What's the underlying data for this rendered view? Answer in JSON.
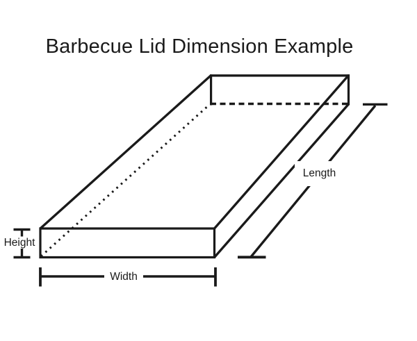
{
  "title": "Barbecue Lid Dimension Example",
  "diagram": {
    "type": "dimension-diagram",
    "subject": "barbecue lid (shallow rectangular box, wireframe with hidden edges dashed)",
    "labels": {
      "height": "Height",
      "width": "Width",
      "length": "Length"
    },
    "colors": {
      "line": "#1a1a1a",
      "background": "#ffffff"
    }
  }
}
